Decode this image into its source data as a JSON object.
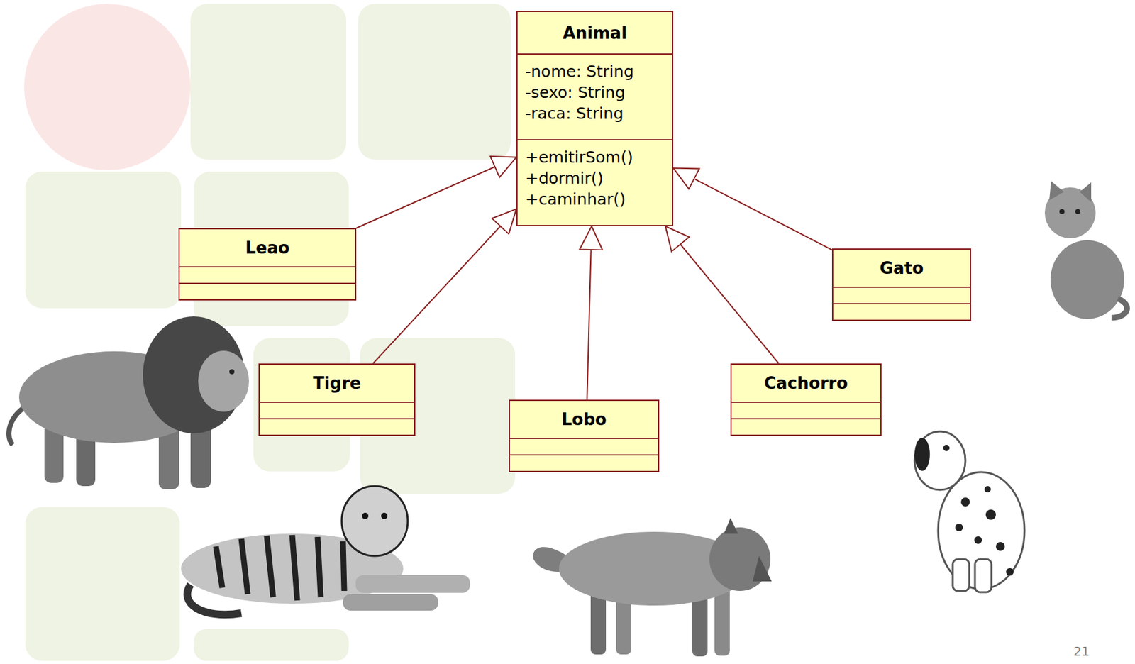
{
  "diagram": {
    "nodes": [
      {
        "text": [
          "Animal",
          "-nome: String",
          "-sexo: String",
          "-raca: String",
          "+emitirSom()",
          "+dormir()",
          "+caminhar()"
        ]
      },
      {
        "text": [
          "Leao"
        ]
      },
      {
        "text": [
          "Gato"
        ]
      },
      {
        "text": [
          "Tigre"
        ]
      },
      {
        "text": [
          "Lobo"
        ]
      },
      {
        "text": [
          "Cachorro"
        ]
      }
    ],
    "edges": [
      {
        "from": 1,
        "to": 0,
        "arrow": "to"
      },
      {
        "from": 3,
        "to": 0,
        "arrow": "to"
      },
      {
        "from": 4,
        "to": 0,
        "arrow": "to"
      },
      {
        "from": 5,
        "to": 0,
        "arrow": "to"
      },
      {
        "from": 2,
        "to": 0,
        "arrow": "to"
      }
    ],
    "labels": [
      "21"
    ]
  }
}
